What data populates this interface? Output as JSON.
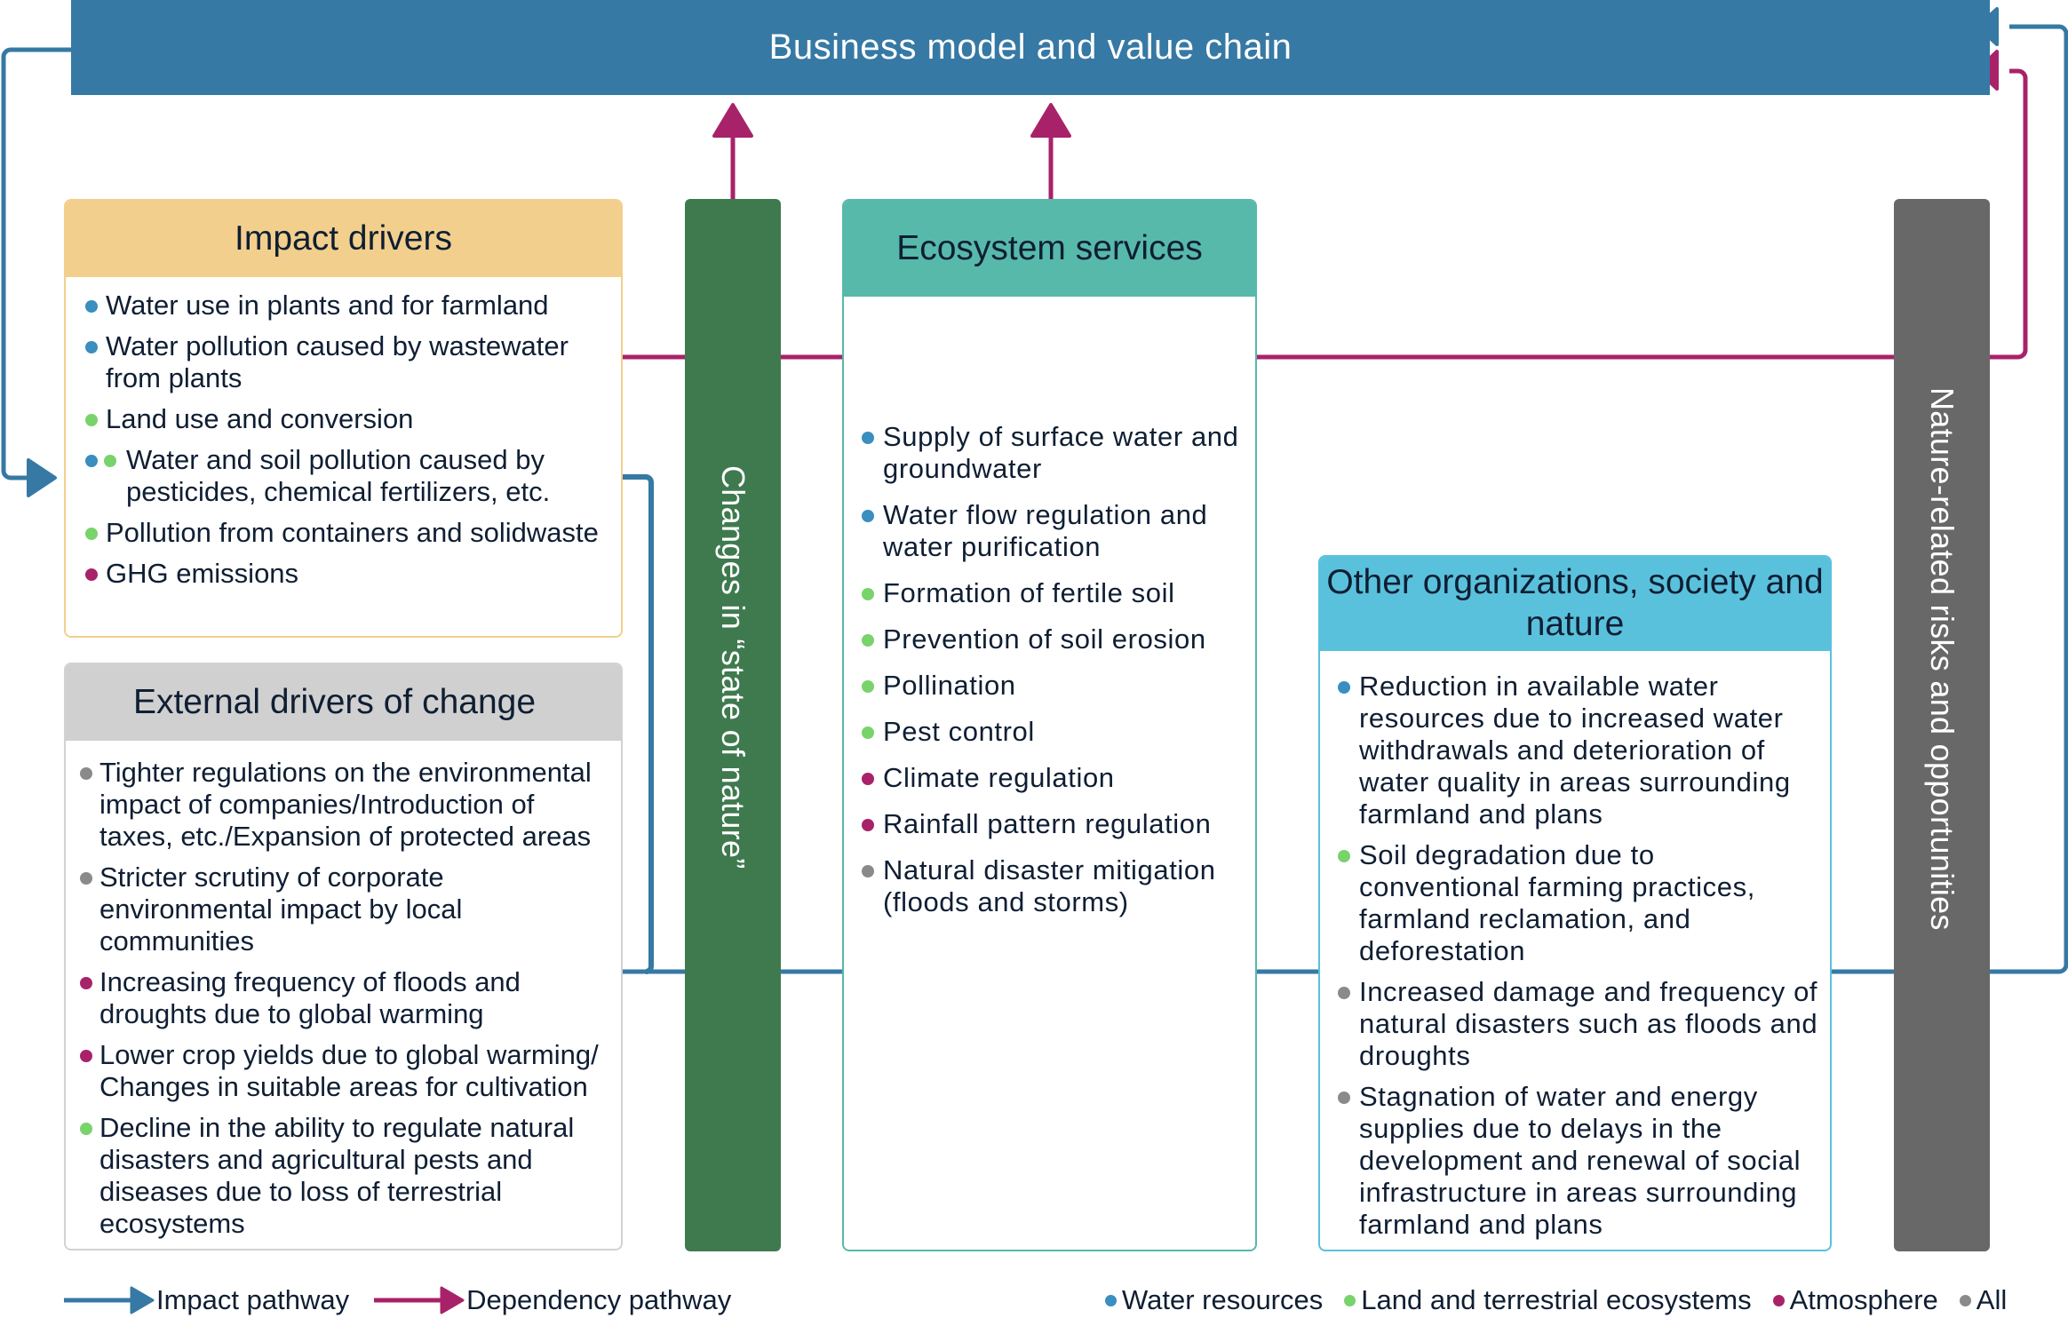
{
  "title": "Business model and value chain",
  "colors": {
    "banner": "#3679a4",
    "impact_pathway": "#3679a4",
    "dependency_pathway": "#a8226a",
    "water": "#3a8ec0",
    "land": "#78d36b",
    "atmosphere": "#a8226a",
    "all": "#8a8a8a"
  },
  "impact_drivers": {
    "title": "Impact drivers",
    "items": [
      {
        "text": "Water use in plants and for farmland",
        "categories": [
          "water"
        ]
      },
      {
        "text": "Water pollution caused by wastewater from plants",
        "categories": [
          "water"
        ]
      },
      {
        "text": "Land use and conversion",
        "categories": [
          "land"
        ]
      },
      {
        "text": "Water and soil pollution caused by pesticides, chemical fertilizers, etc.",
        "categories": [
          "water",
          "land"
        ]
      },
      {
        "text": "Pollution from containers and solidwaste",
        "categories": [
          "land"
        ]
      },
      {
        "text": "GHG emissions",
        "categories": [
          "atmosphere"
        ]
      }
    ]
  },
  "external_drivers": {
    "title": "External drivers of change",
    "items": [
      {
        "text": "Tighter regulations on the environmental impact of companies/Introduction of taxes, etc./Expansion of protected areas",
        "categories": [
          "all"
        ]
      },
      {
        "text": "Stricter scrutiny of corporate environmental impact by local communities",
        "categories": [
          "all"
        ]
      },
      {
        "text": "Increasing frequency of floods and droughts due to global warming",
        "categories": [
          "atmosphere"
        ]
      },
      {
        "text": "Lower crop yields due to global warming/ Changes in suitable areas for cultivation",
        "categories": [
          "atmosphere"
        ]
      },
      {
        "text": "Decline in the ability to regulate natural disasters and agricultural pests and diseases due to loss of terrestrial ecosystems",
        "categories": [
          "land"
        ]
      }
    ]
  },
  "state_of_nature": {
    "label": "Changes in “state of nature”"
  },
  "ecosystem_services": {
    "title": "Ecosystem services",
    "items": [
      {
        "text": "Supply of surface water and groundwater",
        "categories": [
          "water"
        ]
      },
      {
        "text": "Water flow regulation and water purification",
        "categories": [
          "water"
        ]
      },
      {
        "text": "Formation of fertile soil",
        "categories": [
          "land"
        ]
      },
      {
        "text": "Prevention of soil erosion",
        "categories": [
          "land"
        ]
      },
      {
        "text": "Pollination",
        "categories": [
          "land"
        ]
      },
      {
        "text": "Pest control",
        "categories": [
          "land"
        ]
      },
      {
        "text": "Climate regulation",
        "categories": [
          "atmosphere"
        ]
      },
      {
        "text": "Rainfall pattern regulation",
        "categories": [
          "atmosphere"
        ]
      },
      {
        "text": "Natural disaster mitigation (floods and storms)",
        "categories": [
          "all"
        ]
      }
    ]
  },
  "other_orgs": {
    "title": "Other organizations, society and nature",
    "items": [
      {
        "text": "Reduction in available water resources due to increased water withdrawals and deterioration of water quality in areas surrounding farmland and plans",
        "categories": [
          "water"
        ]
      },
      {
        "text": "Soil degradation due to conventional farming practices, farmland reclamation, and deforestation",
        "categories": [
          "land"
        ]
      },
      {
        "text": "Increased damage and frequency of natural disasters such as floods and droughts",
        "categories": [
          "all"
        ]
      },
      {
        "text": "Stagnation of water and energy supplies due to delays in the development and renewal of social infrastructure in areas surrounding farmland and plans",
        "categories": [
          "all"
        ]
      }
    ]
  },
  "risks": {
    "label": "Nature-related risks and opportunities"
  },
  "legend": {
    "pathways": [
      {
        "label": "Impact pathway",
        "color_key": "impact_pathway"
      },
      {
        "label": "Dependency pathway",
        "color_key": "dependency_pathway"
      }
    ],
    "categories": [
      {
        "key": "water",
        "label": "Water resources"
      },
      {
        "key": "land",
        "label": "Land and terrestrial ecosystems"
      },
      {
        "key": "atmosphere",
        "label": "Atmosphere"
      },
      {
        "key": "all",
        "label": "All"
      }
    ]
  }
}
